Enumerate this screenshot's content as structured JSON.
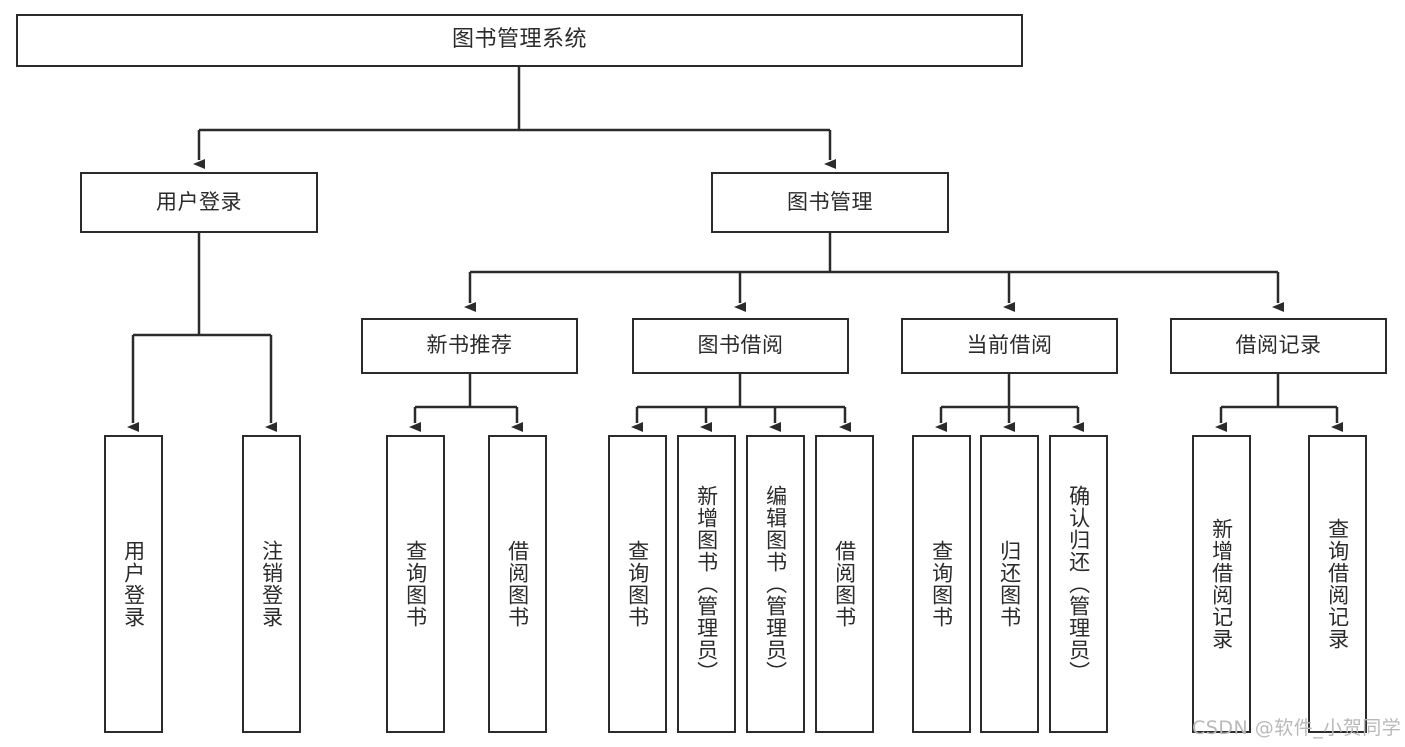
{
  "diagram": {
    "type": "tree",
    "title": "图书管理系统",
    "root": {
      "label": "图书管理系统"
    },
    "level1": [
      {
        "label": "用户登录"
      },
      {
        "label": "图书管理"
      }
    ],
    "level2": [
      {
        "label": "新书推荐",
        "parent": "图书管理"
      },
      {
        "label": "图书借阅",
        "parent": "图书管理"
      },
      {
        "label": "当前借阅",
        "parent": "图书管理"
      },
      {
        "label": "借阅记录",
        "parent": "图书管理"
      }
    ],
    "leaves": {
      "user_login": [
        {
          "label": "用户登录"
        },
        {
          "label": "注销登录"
        }
      ],
      "new_book_recommend": [
        {
          "label": "查询图书"
        },
        {
          "label": "借阅图书"
        }
      ],
      "book_borrow": [
        {
          "label": "查询图书"
        },
        {
          "label": "新增图书（管理员）"
        },
        {
          "label": "编辑图书（管理员）"
        },
        {
          "label": "借阅图书"
        }
      ],
      "current_borrow": [
        {
          "label": "查询图书"
        },
        {
          "label": "归还图书"
        },
        {
          "label": "确认归还（管理员）"
        }
      ],
      "borrow_record": [
        {
          "label": "新增借阅记录"
        },
        {
          "label": "查询借阅记录"
        }
      ]
    }
  },
  "watermark": {
    "text": "CSDN @软件_小贺同学"
  },
  "colors": {
    "stroke": "#2b2b2b",
    "background": "#ffffff",
    "watermark": "#b9b9b9"
  }
}
